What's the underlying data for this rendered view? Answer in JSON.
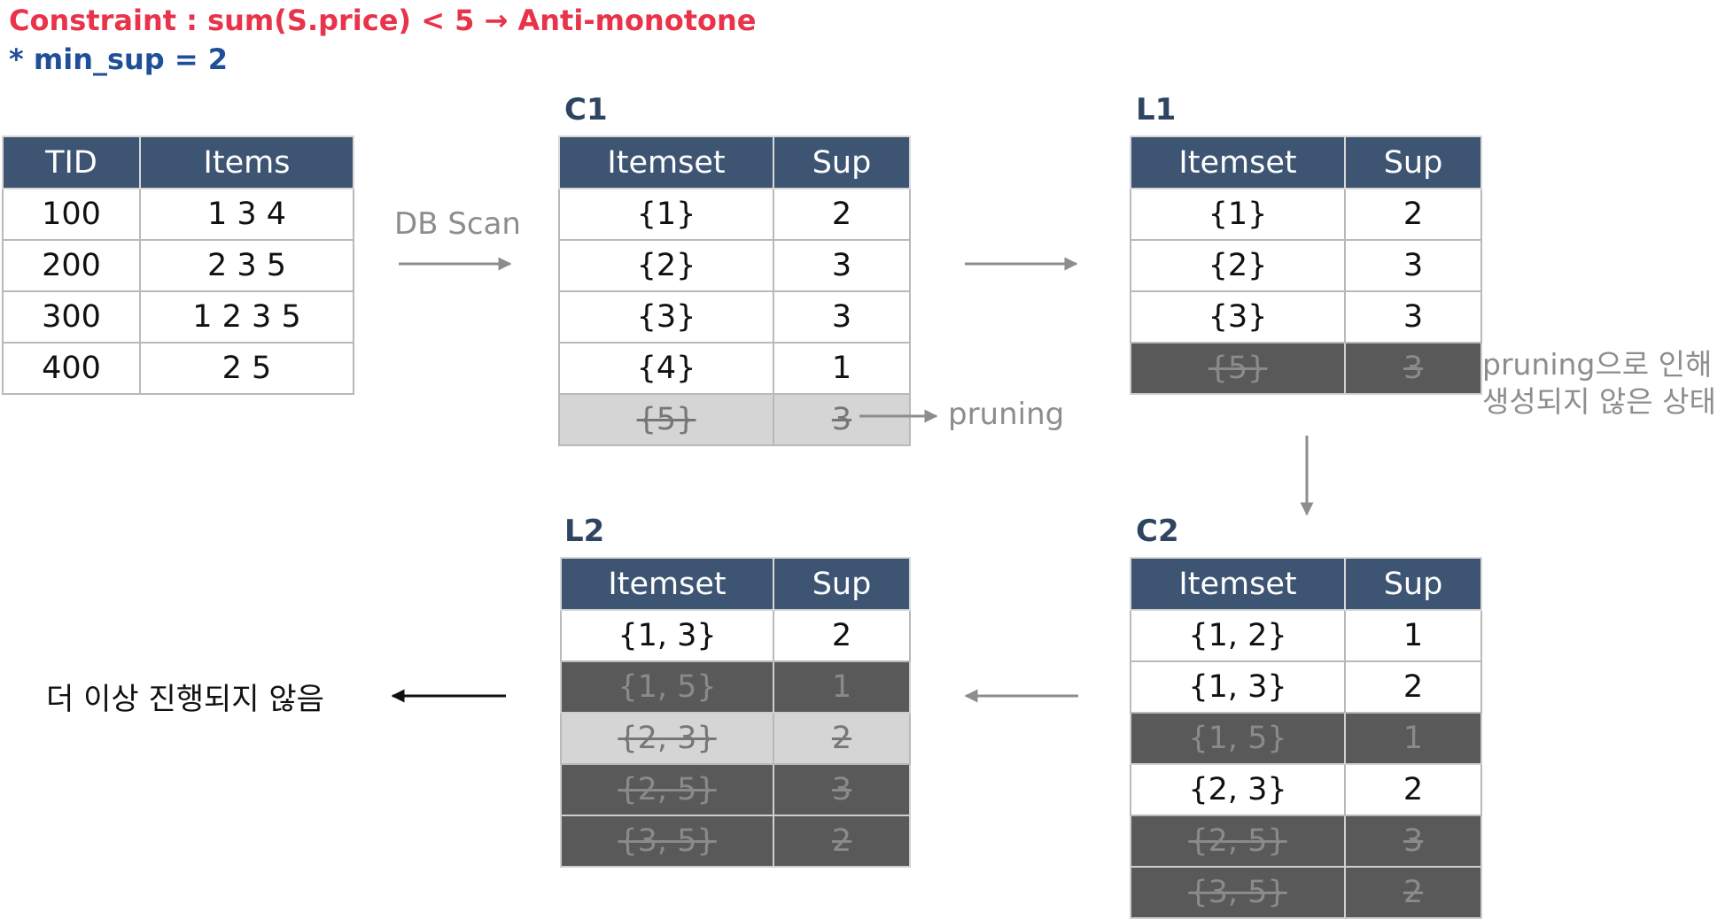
{
  "header": {
    "constraint": "Constraint : sum(S.price) < 5 → Anti-monotone",
    "min_sup": "* min_sup = 2"
  },
  "db": {
    "headers": [
      "TID",
      "Items"
    ],
    "rows": [
      [
        "100",
        "1 3 4"
      ],
      [
        "200",
        "2 3 5"
      ],
      [
        "300",
        "1 2 3 5"
      ],
      [
        "400",
        "2 5"
      ]
    ]
  },
  "db_scan_label": "DB Scan",
  "c1": {
    "title": "C1",
    "headers": [
      "Itemset",
      "Sup"
    ],
    "rows": [
      [
        "{1}",
        "2"
      ],
      [
        "{2}",
        "3"
      ],
      [
        "{3}",
        "3"
      ],
      [
        "{4}",
        "1"
      ],
      [
        "{5}",
        "3"
      ]
    ]
  },
  "pruning_label": "pruning",
  "l1": {
    "title": "L1",
    "headers": [
      "Itemset",
      "Sup"
    ],
    "rows": [
      [
        "{1}",
        "2"
      ],
      [
        "{2}",
        "3"
      ],
      [
        "{3}",
        "3"
      ],
      [
        "{5}",
        "3"
      ]
    ]
  },
  "l1_note": [
    "pruning으로 인해",
    "생성되지 않은 상태"
  ],
  "c2": {
    "title": "C2",
    "headers": [
      "Itemset",
      "Sup"
    ],
    "rows": [
      [
        "{1, 2}",
        "1"
      ],
      [
        "{1, 3}",
        "2"
      ],
      [
        "{1, 5}",
        "1"
      ],
      [
        "{2, 3}",
        "2"
      ],
      [
        "{2, 5}",
        "3"
      ],
      [
        "{3, 5}",
        "2"
      ]
    ]
  },
  "l2": {
    "title": "L2",
    "headers": [
      "Itemset",
      "Sup"
    ],
    "rows": [
      [
        "{1, 3}",
        "2"
      ],
      [
        "{1, 5}",
        "1"
      ],
      [
        "{2, 3}",
        "2"
      ],
      [
        "{2, 5}",
        "3"
      ],
      [
        "{3, 5}",
        "2"
      ]
    ]
  },
  "final_label": "더 이상 진행되지 않음",
  "colors": {
    "constraint": "#e8334a",
    "min_sup": "#1f4e9a",
    "table_header": "#3d5573",
    "pruned_light": "#d5d5d5",
    "pruned_dark": "#595959",
    "arrow_gray": "#8d8d8d"
  }
}
